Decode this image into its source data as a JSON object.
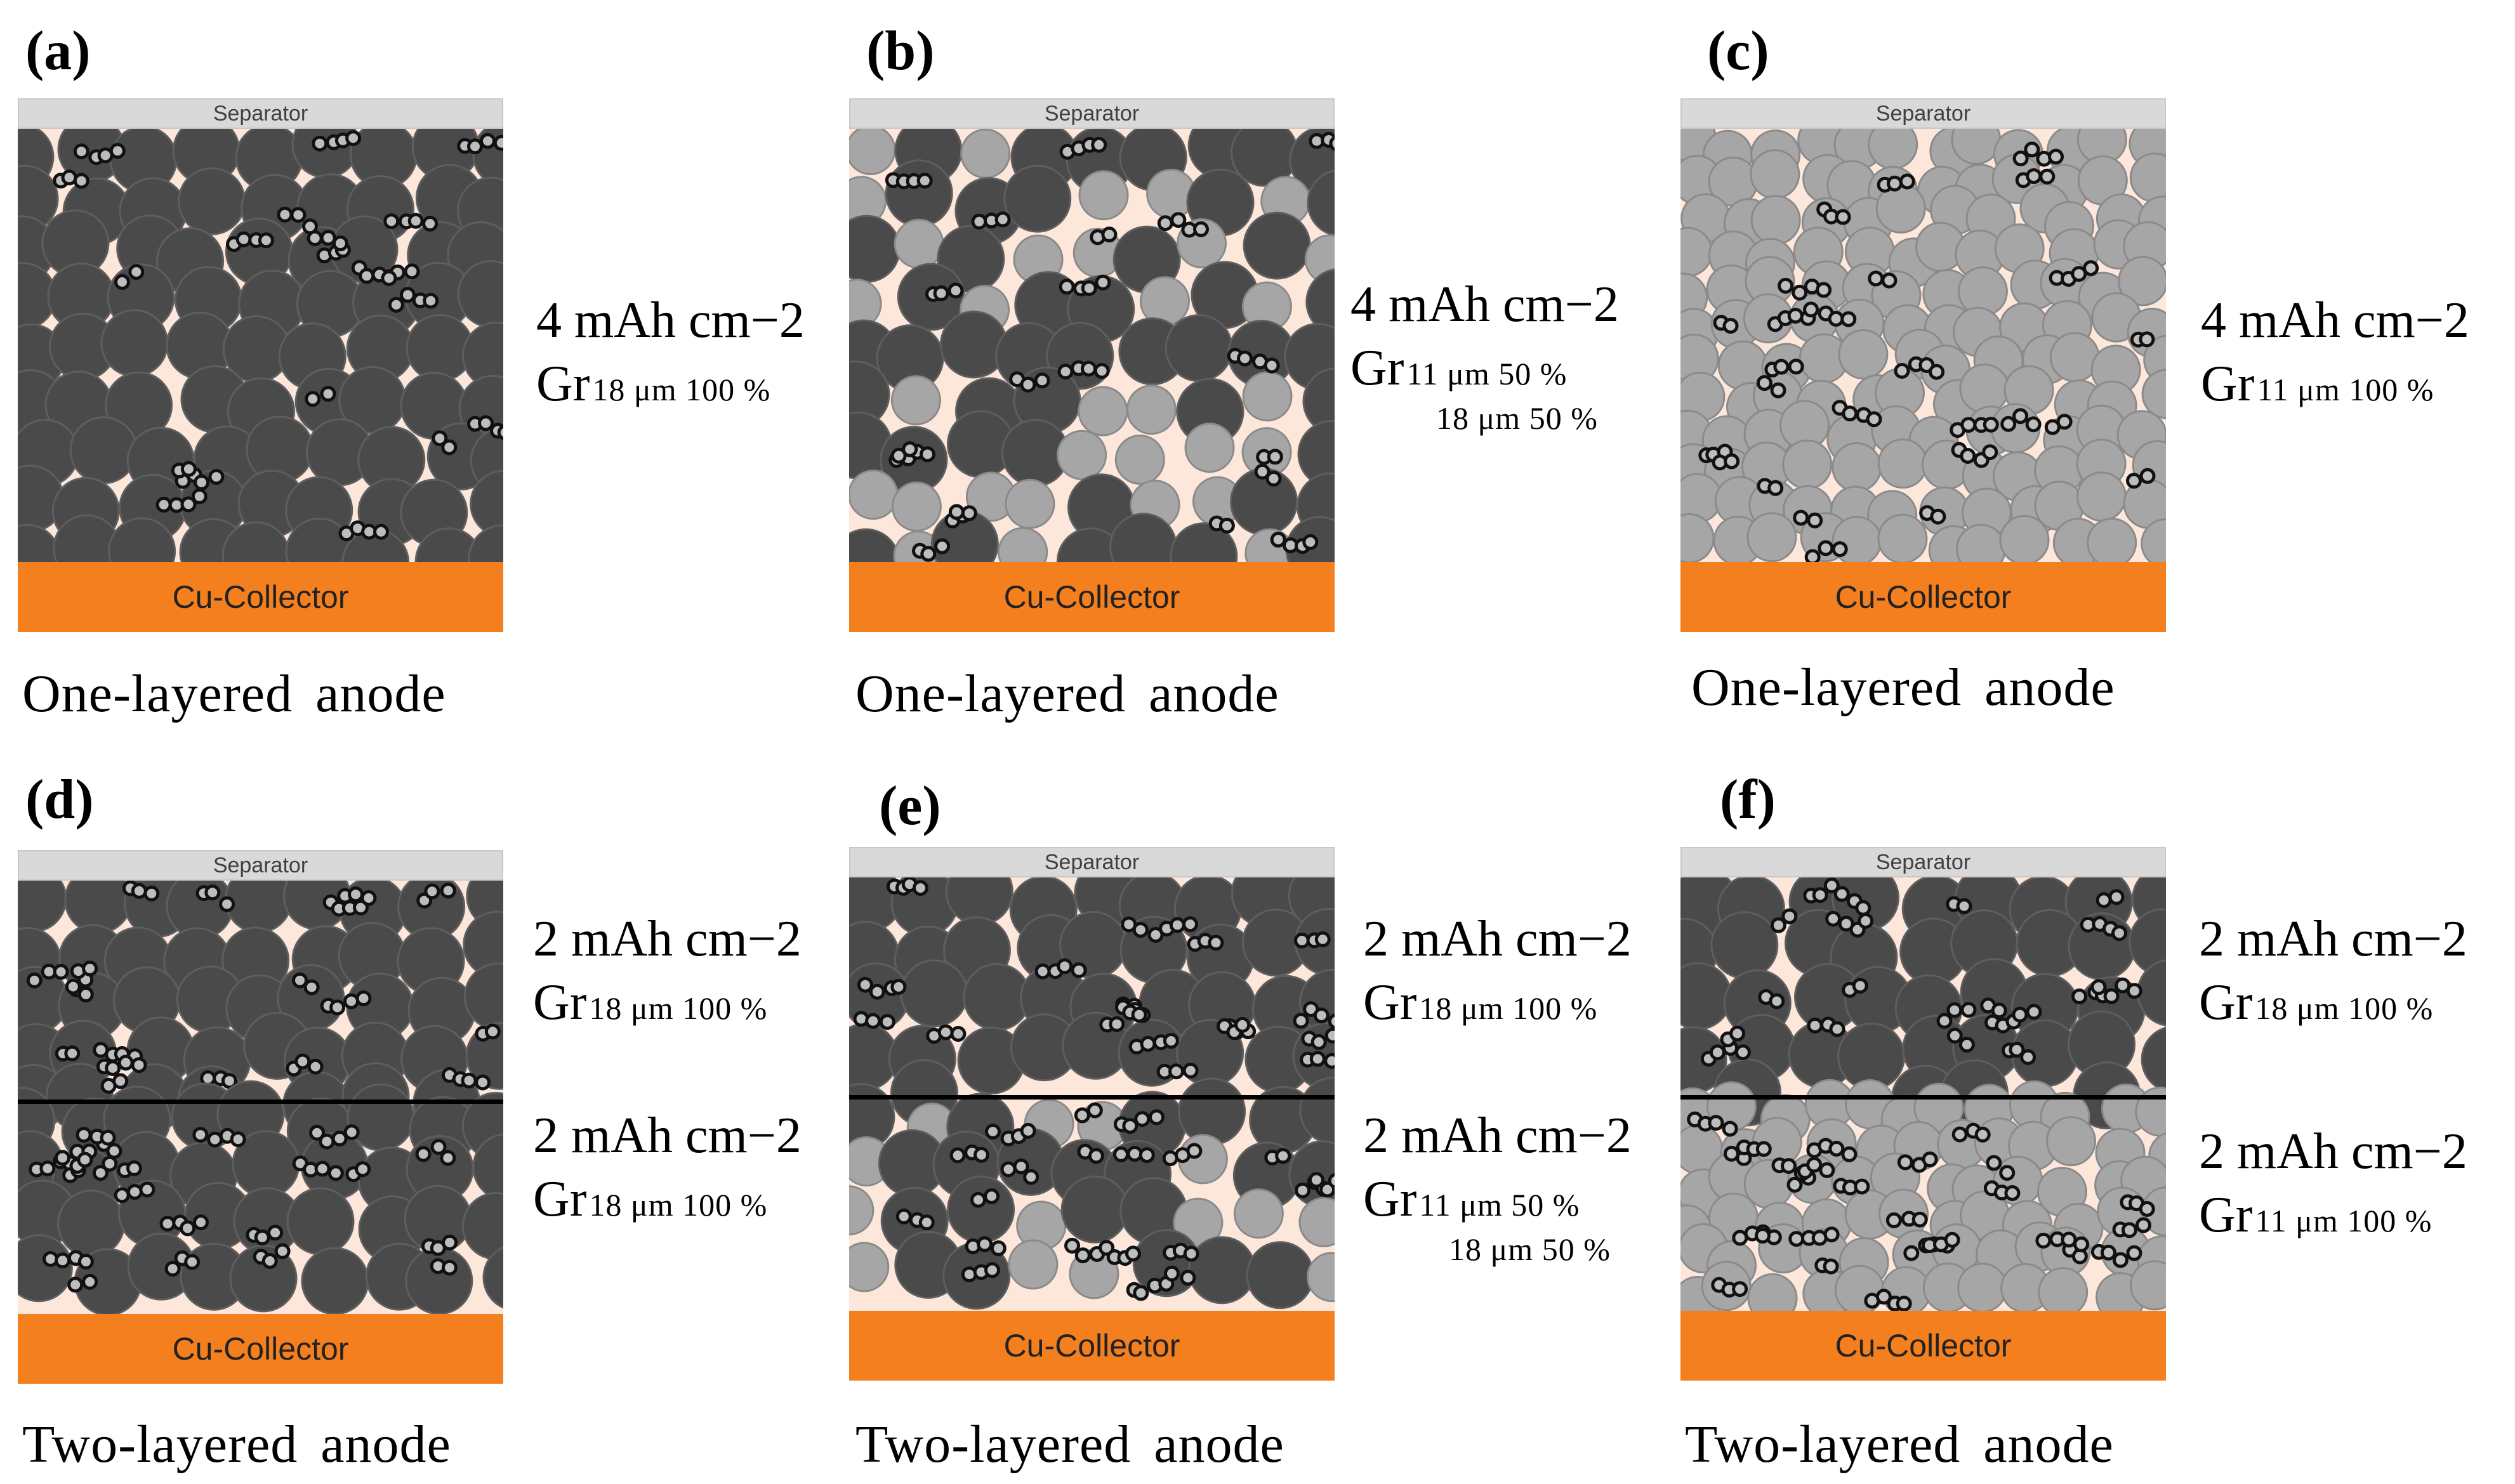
{
  "colors": {
    "electrolyte_bg": "#fde7da",
    "large_particle": "#4a4a4a",
    "small_particle": "#a6a6a6",
    "separator": "#d9d9d9",
    "collector": "#f47f1f"
  },
  "panels": [
    {
      "label": "(a)",
      "separator": "Separator",
      "collector": "Cu-Collector",
      "caption": "One-layered anode",
      "specs": [
        {
          "capacity": "4 mAh cm−2",
          "gr": "Gr",
          "sub1": "18 μm 100 %",
          "sub2": ""
        }
      ]
    },
    {
      "label": "(b)",
      "separator": "Separator",
      "collector": "Cu-Collector",
      "caption": "One-layered anode",
      "specs": [
        {
          "capacity": "4 mAh cm−2",
          "gr": "Gr",
          "sub1": "11 μm 50 %",
          "sub2": "18 μm 50 %"
        }
      ]
    },
    {
      "label": "(c)",
      "separator": "Separator",
      "collector": "Cu-Collector",
      "caption": "One-layered anode",
      "specs": [
        {
          "capacity": "4 mAh cm−2",
          "gr": "Gr",
          "sub1": "11 μm 100 %",
          "sub2": ""
        }
      ]
    },
    {
      "label": "(d)",
      "separator": "Separator",
      "collector": "Cu-Collector",
      "caption": "Two-layered anode",
      "specs": [
        {
          "capacity": "2 mAh cm−2",
          "gr": "Gr",
          "sub1": "18 μm 100 %",
          "sub2": ""
        },
        {
          "capacity": "2 mAh cm−2",
          "gr": "Gr",
          "sub1": "18 μm 100 %",
          "sub2": ""
        }
      ]
    },
    {
      "label": "(e)",
      "separator": "Separator",
      "collector": "Cu-Collector",
      "caption": "Two-layered anode",
      "specs": [
        {
          "capacity": "2 mAh cm−2",
          "gr": "Gr",
          "sub1": "18 μm 100 %",
          "sub2": ""
        },
        {
          "capacity": "2 mAh cm−2",
          "gr": "Gr",
          "sub1": "11 μm 50 %",
          "sub2": "18 μm 50 %"
        }
      ]
    },
    {
      "label": "(f)",
      "separator": "Separator",
      "collector": "Cu-Collector",
      "caption": "Two-layered anode",
      "specs": [
        {
          "capacity": "2 mAh cm−2",
          "gr": "Gr",
          "sub1": "18 μm 100 %",
          "sub2": ""
        },
        {
          "capacity": "2 mAh cm−2",
          "gr": "Gr",
          "sub1": "11 μm 100 %",
          "sub2": ""
        }
      ]
    }
  ]
}
